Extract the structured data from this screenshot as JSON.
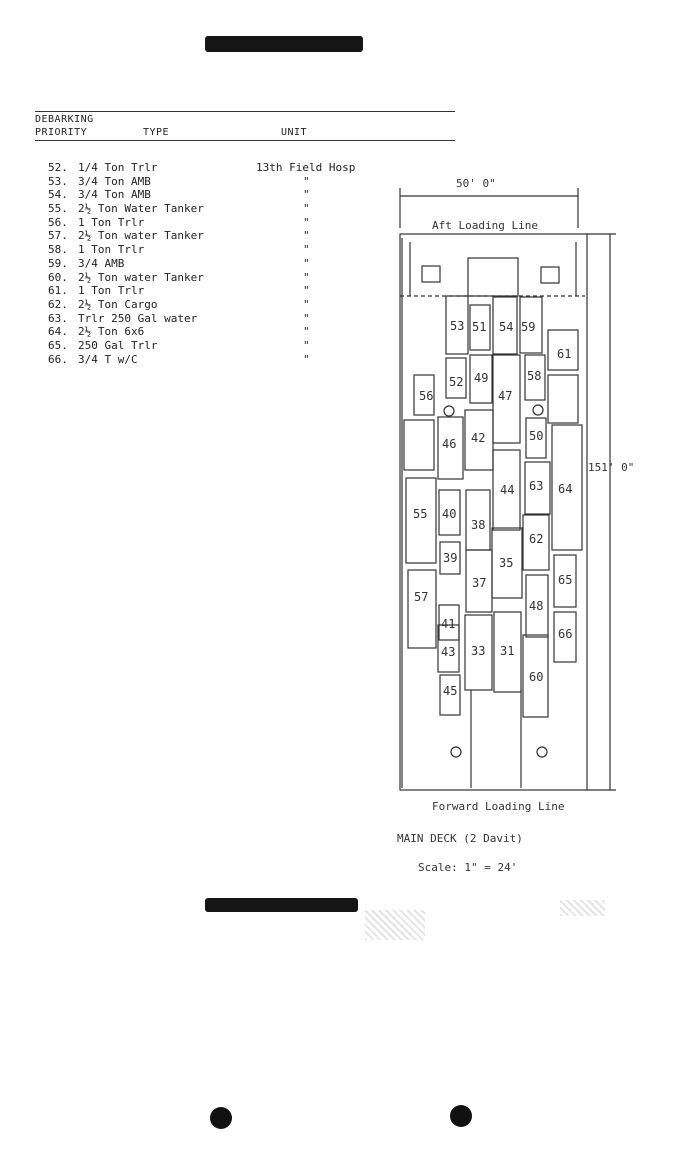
{
  "header": {
    "col_priority_line1": "DEBARKING",
    "col_priority_line2": "PRIORITY",
    "col_type": "TYPE",
    "col_unit": "UNIT"
  },
  "rows": [
    {
      "num": "52.",
      "type": "1/4 Ton Trlr",
      "unit": "13th Field Hosp"
    },
    {
      "num": "53.",
      "type": "3/4 Ton AMB",
      "unit": "\""
    },
    {
      "num": "54.",
      "type": "3/4 Ton AMB",
      "unit": "\""
    },
    {
      "num": "55.",
      "type": "2½ Ton Water Tanker",
      "unit": "\""
    },
    {
      "num": "56.",
      "type": "1 Ton Trlr",
      "unit": "\""
    },
    {
      "num": "57.",
      "type": "2½ Ton water Tanker",
      "unit": "\""
    },
    {
      "num": "58.",
      "type": "1 Ton Trlr",
      "unit": "\""
    },
    {
      "num": "59.",
      "type": "3/4 AMB",
      "unit": "\""
    },
    {
      "num": "60.",
      "type": "2½ Ton water Tanker",
      "unit": "\""
    },
    {
      "num": "61.",
      "type": "1 Ton Trlr",
      "unit": "\""
    },
    {
      "num": "62.",
      "type": "2½ Ton Cargo",
      "unit": "\""
    },
    {
      "num": "63.",
      "type": "Trlr 250 Gal water",
      "unit": "\""
    },
    {
      "num": "64.",
      "type": "2½ Ton 6x6",
      "unit": "\""
    },
    {
      "num": "65.",
      "type": "250 Gal Trlr",
      "unit": "\""
    },
    {
      "num": "66.",
      "type": "3/4 T w/C",
      "unit": "\""
    }
  ],
  "diagram": {
    "width_label": "50' 0\"",
    "aft_label": "Aft Loading Line",
    "length_label": "151' 0\"",
    "forward_label": "Forward Loading Line",
    "deck_label": "MAIN DECK (2 Davit)",
    "scale_label": "Scale: 1\" = 24'",
    "vehicles": [
      "53",
      "51",
      "54",
      "59",
      "61",
      "56",
      "52",
      "49",
      "47",
      "58",
      "50",
      "46",
      "42",
      "63",
      "64",
      "44",
      "55",
      "40",
      "38",
      "39",
      "35",
      "62",
      "37",
      "65",
      "57",
      "41",
      "48",
      "43",
      "33",
      "31",
      "66",
      "60",
      "45"
    ]
  }
}
